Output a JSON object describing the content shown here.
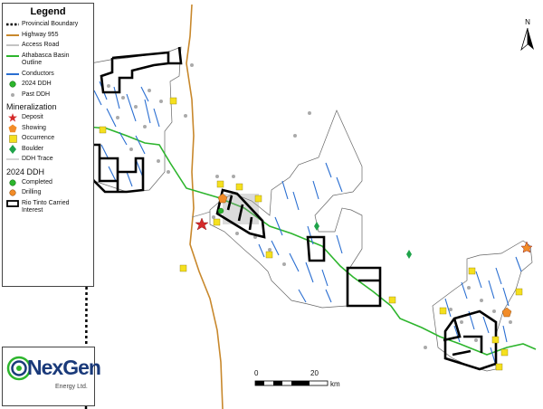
{
  "legend": {
    "title": "Legend",
    "items": [
      {
        "label": "Provincial Boundary"
      },
      {
        "label": "Highway 955"
      },
      {
        "label": "Access Road"
      },
      {
        "label": "Athabasca Basin Outline"
      },
      {
        "label": "Conductors"
      },
      {
        "label": "2024 DDH"
      },
      {
        "label": "Past DDH"
      }
    ],
    "mineralization_heading": "Mineralization",
    "mineralization": [
      {
        "label": "Deposit"
      },
      {
        "label": "Showing"
      },
      {
        "label": "Occurrence"
      },
      {
        "label": "Boulder"
      },
      {
        "label": "DDH Trace"
      }
    ],
    "ddh_heading": "2024 DDH",
    "ddh": [
      {
        "label": "Completed"
      },
      {
        "label": "Drilling"
      }
    ],
    "rio_label": "Rio Tinto Carried Interest"
  },
  "logo": {
    "name": "NexGen",
    "sub": "Energy Ltd."
  },
  "north_label": "N",
  "scale": {
    "start": "0",
    "end": "20",
    "unit": "km"
  },
  "colors": {
    "highway": "#c8882c",
    "basin": "#2db52d",
    "conductor": "#2a6ed1",
    "past_ddh": "#aaaaaa",
    "deposit": "#d42a2a",
    "showing": "#f28c28",
    "occurrence": "#f5e01e",
    "boulder": "#1fa34a",
    "rio": "#000000"
  }
}
